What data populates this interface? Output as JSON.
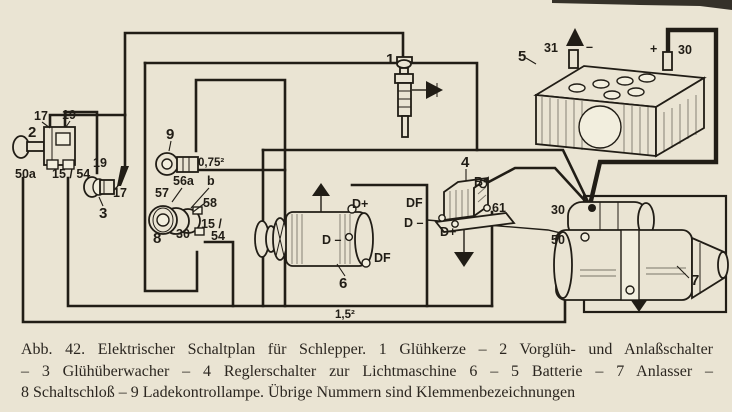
{
  "colors": {
    "paper": "#eae4d3",
    "ink": "#211d16",
    "captext": "#2b2620"
  },
  "figure": {
    "caption_line1": "Abb. 42. Elektrischer Schaltplan für Schlepper. 1 Glühkerze – 2 Vorglüh- und Anlaßschalter",
    "caption_line2": "– 3 Glühüberwacher – 4 Reglerschalter zur Lichtmaschine 6 – 5 Batterie – 7 Anlasser –",
    "caption_line3": "8 Schaltschloß – 9 Ladekontrollampe. Übrige Nummern sind Klemmenbezeichnungen"
  },
  "components": {
    "glow_plug": {
      "number": "1"
    },
    "preglow_switch": {
      "number": "2",
      "t17": "17",
      "t19": "19",
      "t50a": "50a",
      "t15_54": "15 / 54"
    },
    "glow_monitor": {
      "number": "3",
      "t19": "19",
      "t17": "17"
    },
    "regulator": {
      "number": "4",
      "b_plus": "B+",
      "df": "DF",
      "d_minus": "D –",
      "d_plus": "D+",
      "t61": "61"
    },
    "battery": {
      "number": "5",
      "t31": "31",
      "minus": "–",
      "plus": "+",
      "t30": "30"
    },
    "dynamo": {
      "number": "6",
      "d_plus": "D+",
      "d_minus": "D –",
      "df": "DF"
    },
    "starter": {
      "number": "7",
      "t30": "30",
      "t50": "50"
    },
    "ignition_lock": {
      "number": "8",
      "t57": "57",
      "t56a": "56a",
      "tb": "b",
      "t58": "58",
      "t30": "30",
      "t15": "15 /",
      "t54": "54"
    },
    "charge_lamp": {
      "number": "9"
    }
  },
  "wires": {
    "lamp_gauge": "0,75²",
    "main_gauge": "1,5²"
  }
}
